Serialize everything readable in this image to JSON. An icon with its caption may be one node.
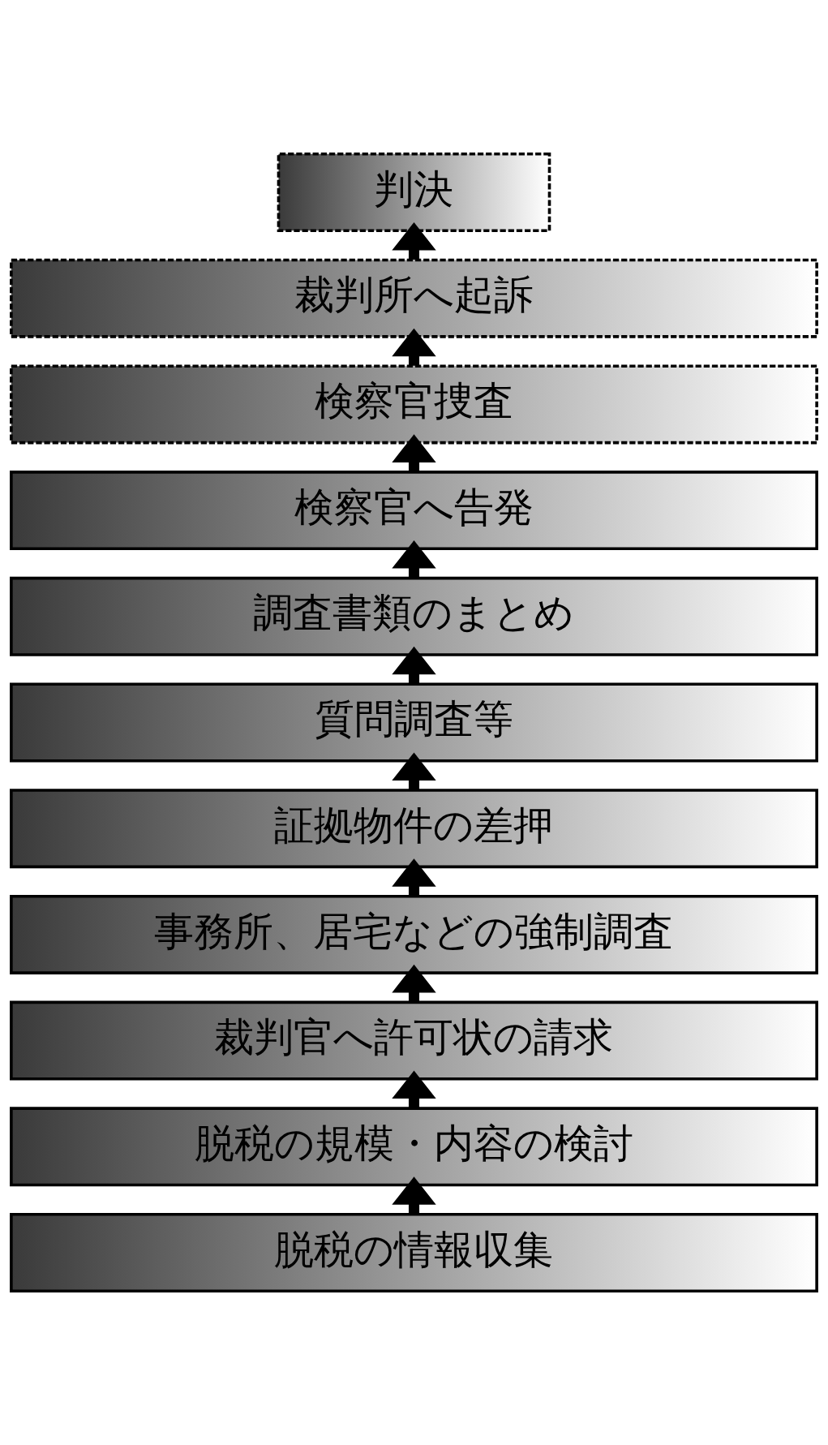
{
  "diagram": {
    "nodes": [
      {
        "text": [
          "判決"
        ]
      },
      {
        "text": [
          "裁判所へ起訴"
        ]
      },
      {
        "text": [
          "検察官捜査"
        ]
      },
      {
        "text": [
          "検察官へ告発"
        ]
      },
      {
        "text": [
          "調査書類のまとめ"
        ]
      },
      {
        "text": [
          "質問調査等"
        ]
      },
      {
        "text": [
          "証拠物件の差押"
        ]
      },
      {
        "text": [
          "事務所、居宅などの強制調査"
        ]
      },
      {
        "text": [
          "裁判官へ許可状の請求"
        ]
      },
      {
        "text": [
          "脱税の規模・内容の検討"
        ]
      },
      {
        "text": [
          "脱税の情報収集"
        ]
      }
    ],
    "edges": [
      {
        "from": 10,
        "to": 9,
        "arrow": "to"
      },
      {
        "from": 9,
        "to": 8,
        "arrow": "to"
      },
      {
        "from": 8,
        "to": 7,
        "arrow": "to"
      },
      {
        "from": 7,
        "to": 6,
        "arrow": "to"
      },
      {
        "from": 6,
        "to": 5,
        "arrow": "to"
      },
      {
        "from": 5,
        "to": 4,
        "arrow": "to"
      },
      {
        "from": 4,
        "to": 3,
        "arrow": "to"
      },
      {
        "from": 3,
        "to": 2,
        "arrow": "to"
      },
      {
        "from": 2,
        "to": 1,
        "arrow": "to"
      },
      {
        "from": 1,
        "to": 0,
        "arrow": "to"
      }
    ]
  }
}
